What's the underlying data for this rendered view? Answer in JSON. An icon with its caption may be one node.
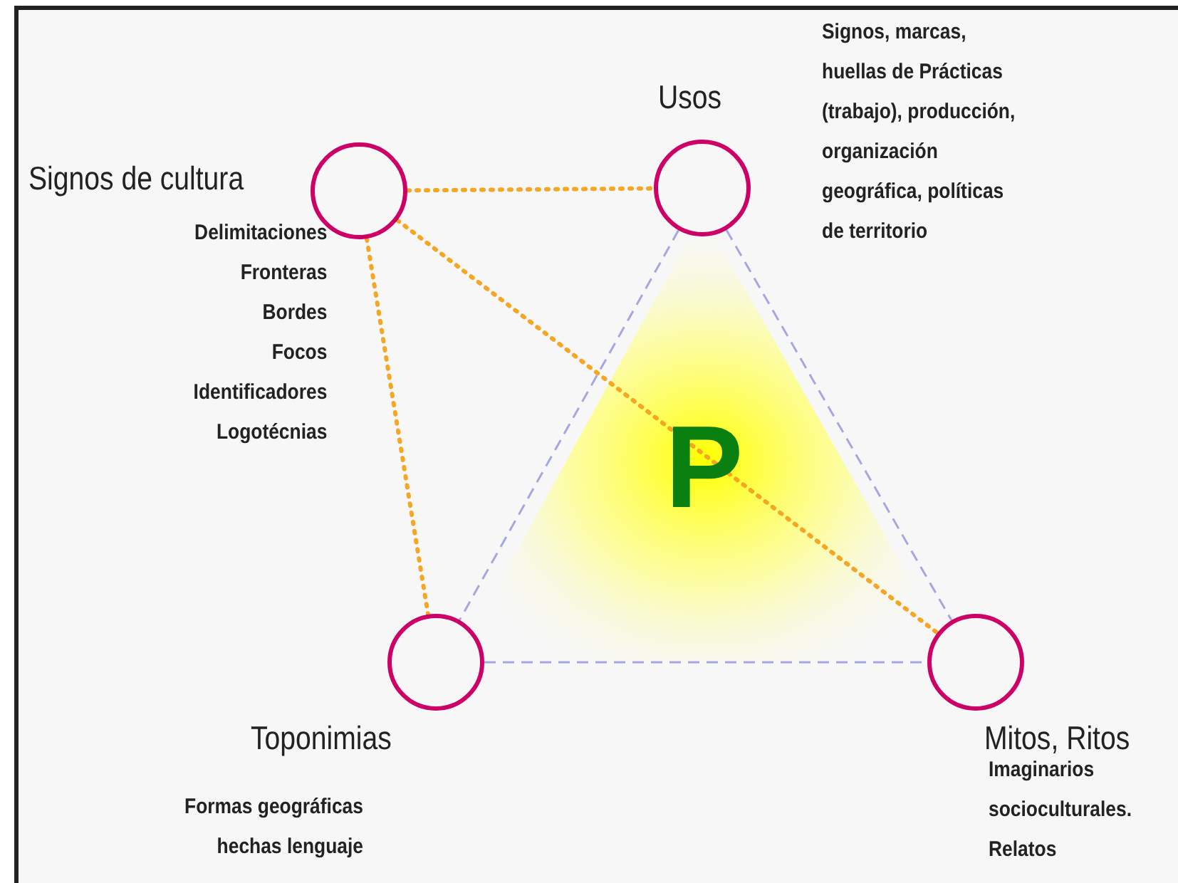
{
  "diagram": {
    "nodes": [
      {
        "text": [
          "Signos de cultura",
          "Delimitaciones Fronteras Bordes Focos Identificadores Logotécnias"
        ]
      },
      {
        "text": [
          "Usos",
          "Signos, marcas, huellas de Prácticas (trabajo), producción, organización geográfica, políticas de territorio"
        ]
      },
      {
        "text": [
          "Toponimias",
          "Formas geográficas hechas lenguaje"
        ]
      },
      {
        "text": [
          "Mitos, Ritos",
          "Imaginarios socioculturales. Relatos"
        ]
      }
    ],
    "edges": [
      {
        "from": 0,
        "to": 1,
        "arrow": "none",
        "style": "dashed",
        "color": "#f5a623"
      },
      {
        "from": 0,
        "to": 2,
        "arrow": "none",
        "style": "dashed",
        "color": "#f5a623"
      },
      {
        "from": 0,
        "to": 3,
        "arrow": "none",
        "style": "dashed",
        "color": "#f5a623"
      },
      {
        "from": 1,
        "to": 2,
        "arrow": "none",
        "style": "dashed",
        "color": "#a6a6e0"
      },
      {
        "from": 1,
        "to": 3,
        "arrow": "none",
        "style": "dashed",
        "color": "#a6a6e0"
      },
      {
        "from": 2,
        "to": 3,
        "arrow": "none",
        "style": "dashed",
        "color": "#a6a6e0"
      }
    ],
    "labels": [
      "P"
    ]
  }
}
